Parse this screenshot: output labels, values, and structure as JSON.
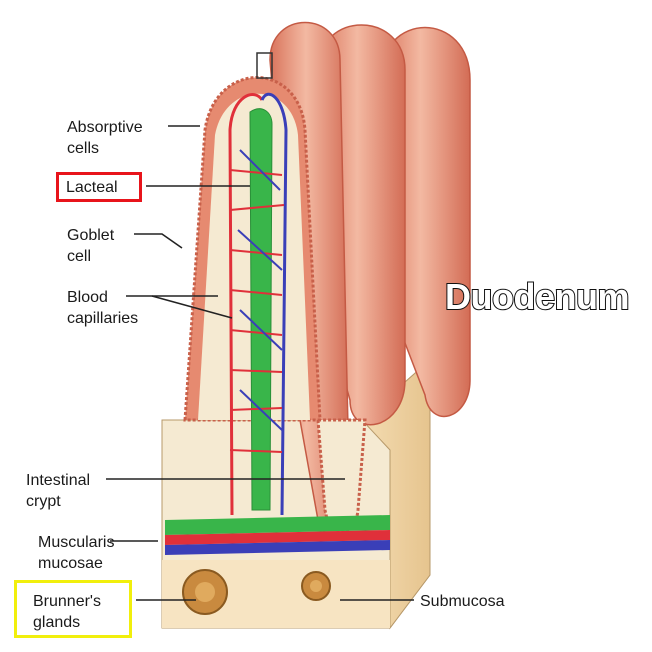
{
  "title": "Duodenum",
  "labels": {
    "absorptive_cells": [
      "Absorptive",
      "cells"
    ],
    "lacteal": "Lacteal",
    "goblet_cell": [
      "Goblet",
      "cell"
    ],
    "blood_capillaries": [
      "Blood",
      "capillaries"
    ],
    "intestinal_crypt": [
      "Intestinal",
      "crypt"
    ],
    "muscularis_mucosae": [
      "Muscularis",
      "mucosae"
    ],
    "brunners_glands": [
      "Brunner's",
      "glands"
    ],
    "submucosa": "Submucosa"
  },
  "colors": {
    "villus_surface": "#e68a70",
    "villus_dark": "#c8604a",
    "tissue_fill": "#f5ead2",
    "lacteal_green": "#39b54a",
    "artery_red": "#e0303a",
    "vein_blue": "#3a3fb8",
    "submucosa_tan": "#f0d9ae",
    "highlight_red": "#e8141b",
    "highlight_yellow": "#f1ef0c"
  }
}
